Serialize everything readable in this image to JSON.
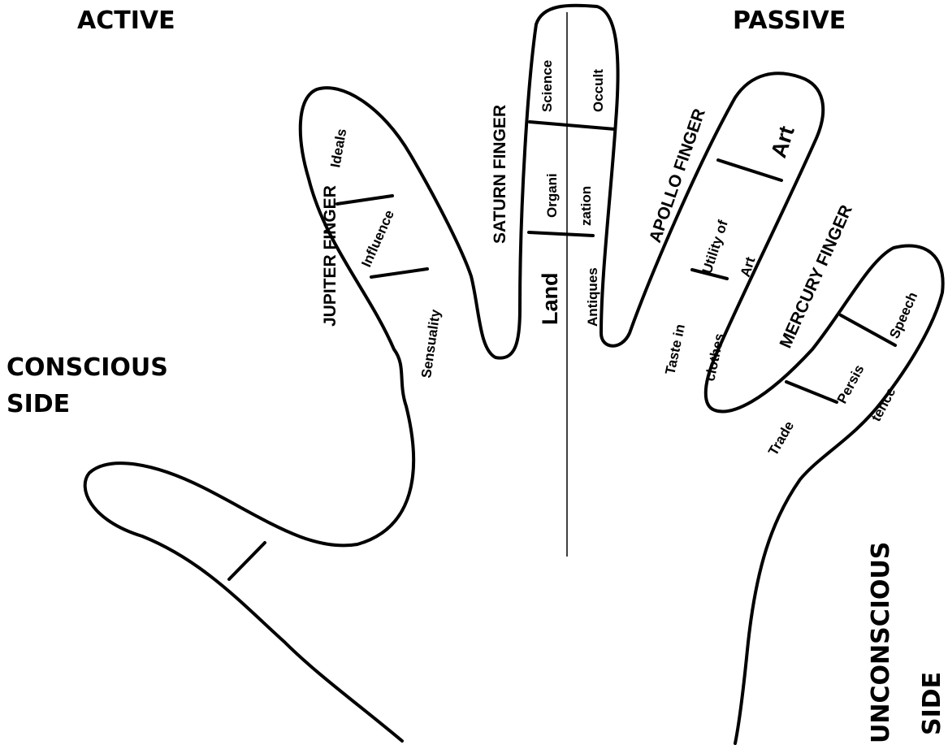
{
  "corners": {
    "active": "ACTIVE",
    "passive": "PASSIVE",
    "conscious_line1": "CONSCIOUS",
    "conscious_line2": "SIDE",
    "unconscious_line1": "UNCONSCIOUS",
    "unconscious_line2": "SIDE"
  },
  "fingers": {
    "jupiter": {
      "name": "JUPITER FINGER",
      "top": "Ideals",
      "middle": "Influence",
      "bottom": "Sensuality"
    },
    "saturn": {
      "name": "SATURN FINGER",
      "top_left": "Science",
      "top_right": "Occult",
      "middle_left": "Organi",
      "middle_right": "zation",
      "bottom_left": "Land",
      "bottom_right": "Antiques"
    },
    "apollo": {
      "name": "APOLLO FINGER",
      "top": "Art",
      "middle_a": "Utility of",
      "middle_b": "Art",
      "bottom_a": "Taste in",
      "bottom_b": "clothes"
    },
    "mercury": {
      "name": "MERCURY FINGER",
      "top": "Speech",
      "middle_a": "Persis",
      "middle_b": "tence",
      "bottom": "Trade"
    }
  }
}
